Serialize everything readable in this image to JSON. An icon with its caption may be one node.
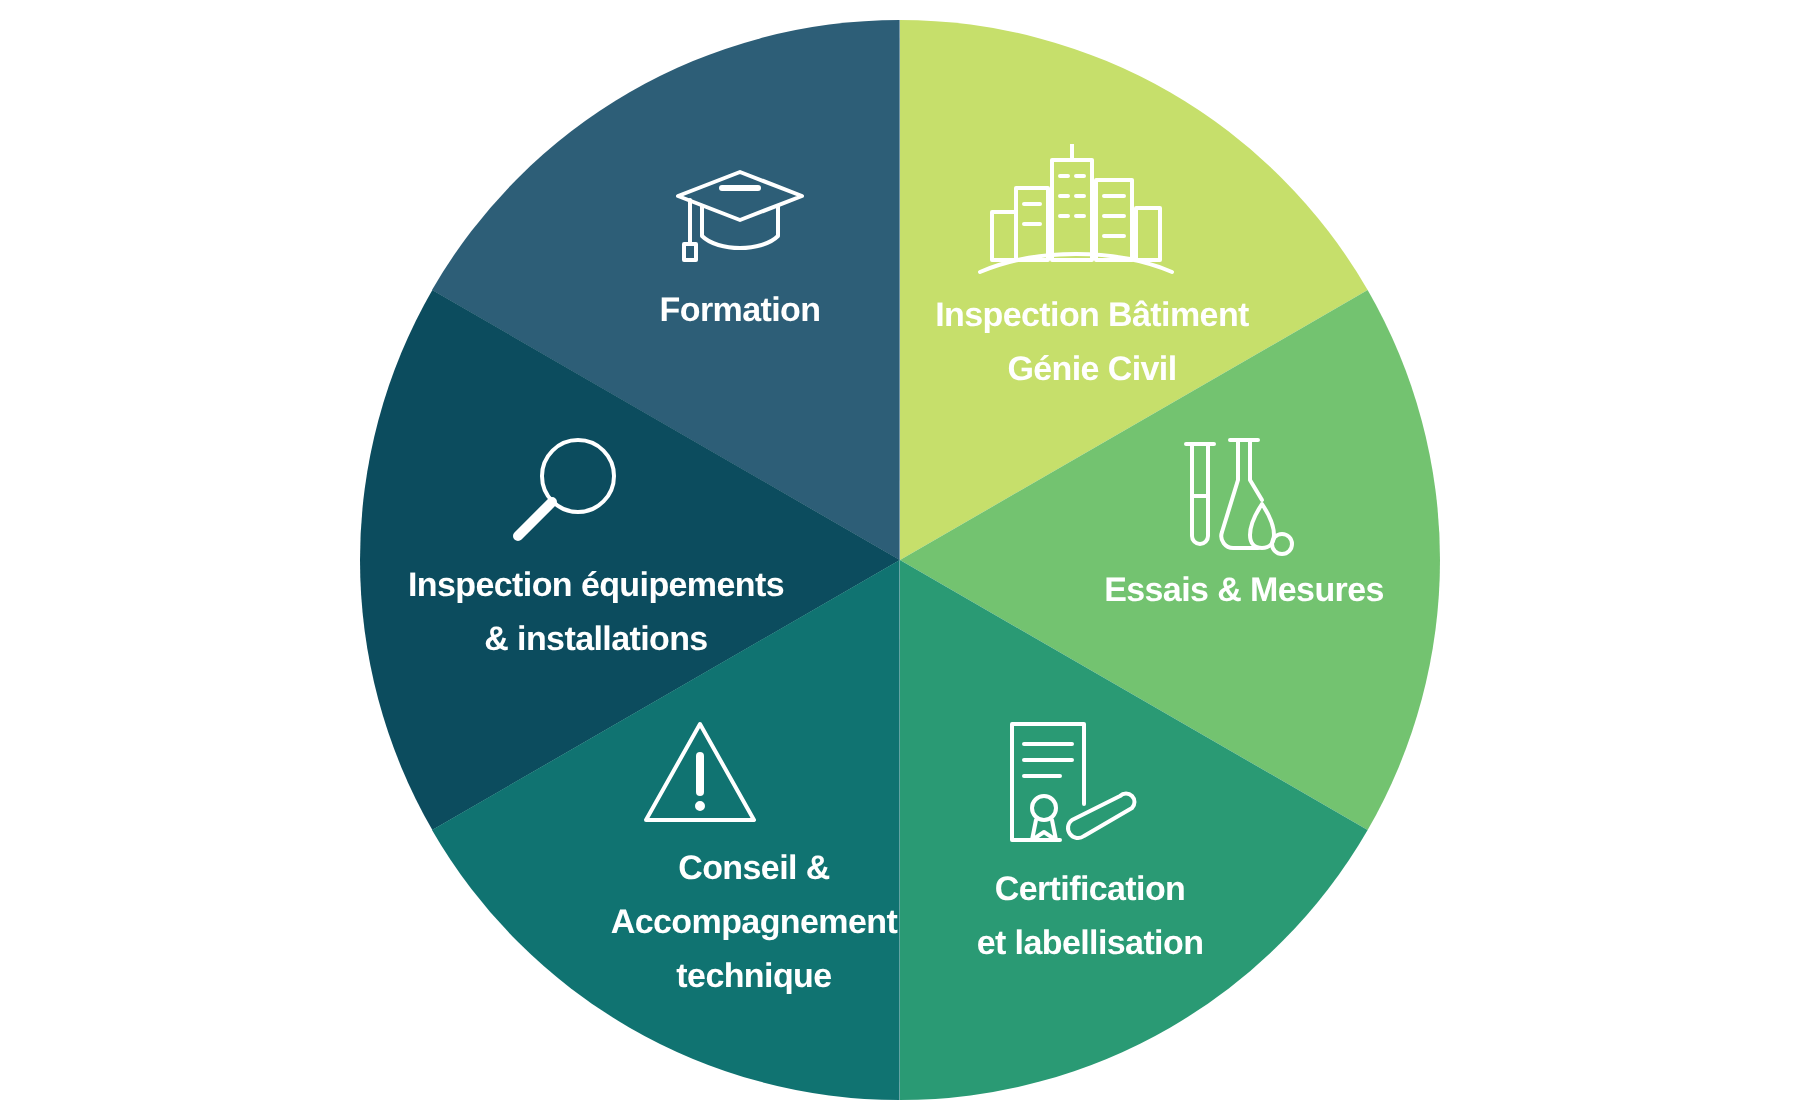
{
  "diagram": {
    "nodes": [
      {
        "text": [
          "Formation"
        ]
      },
      {
        "text": [
          "Inspection Bâtiment Génie Civil"
        ]
      },
      {
        "text": [
          "Inspection équipements & installations"
        ]
      },
      {
        "text": [
          "Essais & Mesures"
        ]
      },
      {
        "text": [
          "Conseil & Accompagnement technique"
        ]
      },
      {
        "text": [
          "Certification et labellisation"
        ]
      }
    ]
  }
}
